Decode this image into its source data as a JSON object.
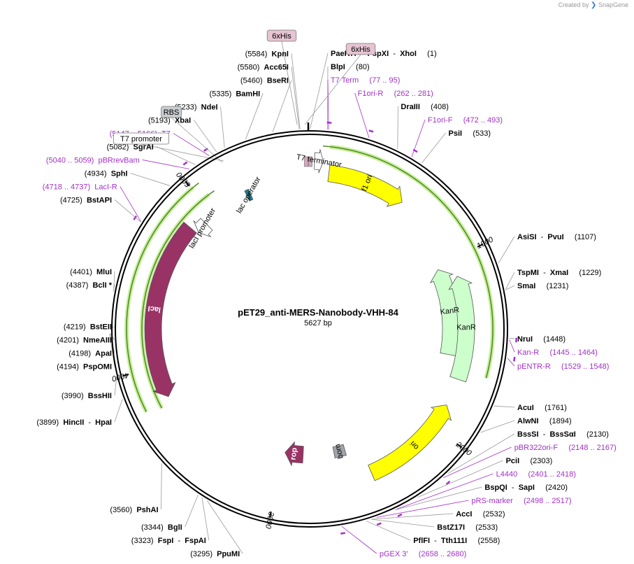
{
  "credit": {
    "prefix": "Created by",
    "brand": "SnapGene"
  },
  "plasmid": {
    "name": "pET29_anti-MERS-Nanobody-VHH-84",
    "size_label": "5627 bp",
    "length": 5627
  },
  "colors": {
    "ring": "#000000",
    "primer": "#a330c8",
    "f1ori": "#ffff00",
    "ori": "#ffff00",
    "kanr": "#ccffcc",
    "laci": "#993366",
    "rop": "#993366",
    "bom": "#a0a4a8",
    "gene_outline": "#66cc33"
  },
  "ticks": [
    {
      "pos": 1000,
      "label": "1000"
    },
    {
      "pos": 2000,
      "label": "2000"
    },
    {
      "pos": 3000,
      "label": "3000"
    },
    {
      "pos": 4000,
      "label": "4000"
    },
    {
      "pos": 5000,
      "label": "5000"
    }
  ],
  "features": [
    {
      "name": "f1 ori",
      "start": 110,
      "end": 565,
      "type": "arrow",
      "dir": 1,
      "color": "#ffff00"
    },
    {
      "name": "KanR",
      "start": 1020,
      "end": 1570,
      "type": "arrow",
      "dir": -1,
      "color": "#ccffcc",
      "track": 2
    },
    {
      "name": "KanR",
      "start": 1100,
      "end": 1700,
      "type": "arrow",
      "dir": -1,
      "color": "#ccffcc",
      "track": 3
    },
    {
      "name": "ori",
      "start": 1860,
      "end": 2450,
      "type": "arrow",
      "dir": -1,
      "color": "#ffff00"
    },
    {
      "name": "bom",
      "start": 2560,
      "end": 2640,
      "type": "box",
      "color": "#a0a4a8"
    },
    {
      "name": "rop",
      "start": 2860,
      "end": 2990,
      "type": "arrow",
      "dir": 1,
      "color": "#993366"
    },
    {
      "name": "lacI",
      "start": 3820,
      "end": 4850,
      "type": "arrow",
      "dir": -1,
      "color": "#993366"
    },
    {
      "name": "lacI promoter",
      "start": 4860,
      "end": 4930,
      "type": "arrow",
      "dir": -1,
      "color": "#ffffff"
    },
    {
      "name": "lac operator",
      "start": 5232,
      "end": 5257,
      "type": "box",
      "color": "#1f7a8c"
    },
    {
      "name": "T7 terminator",
      "start": 26,
      "end": 73,
      "type": "arrow",
      "dir": 1,
      "color": "#ffffff"
    }
  ],
  "feature_labels": [
    {
      "text": "f1 ori",
      "color": "#000000"
    },
    {
      "text": "KanR",
      "color": "#000000"
    },
    {
      "text": "KanR",
      "color": "#000000"
    },
    {
      "text": "ori",
      "color": "#000000"
    },
    {
      "text": "bom",
      "color": "#000000"
    },
    {
      "text": "rop",
      "color": "#ffffff"
    },
    {
      "text": "lacI",
      "color": "#ffffff"
    },
    {
      "text": "lacI promoter",
      "color": "#000000"
    },
    {
      "text": "lac operator",
      "color": "#000000"
    },
    {
      "text": "T7 terminator",
      "color": "#000000"
    }
  ],
  "green_arcs": [
    {
      "start": 100,
      "end": 1650,
      "track": 1
    },
    {
      "start": 3800,
      "end": 5010,
      "track": 1
    },
    {
      "start": 3780,
      "end": 5050,
      "track": 2
    }
  ],
  "boxed_labels": [
    {
      "text": "6xHis",
      "style": "his"
    },
    {
      "text": "6xHis",
      "style": "his"
    },
    {
      "text": "RBS",
      "style": "rbs"
    },
    {
      "text": "T7 promoter",
      "style": "plain"
    }
  ],
  "site_labels": [
    {
      "pos": 2,
      "parts": [
        {
          "t": "PaeR7I",
          "b": true
        },
        {
          "t": "  -  "
        },
        {
          "t": "PspXI",
          "b": true
        },
        {
          "t": "  -  "
        },
        {
          "t": "XhoI",
          "b": true
        },
        {
          "t": "     (1)"
        }
      ]
    },
    {
      "pos": 80,
      "parts": [
        {
          "t": "BlpI",
          "b": true
        },
        {
          "t": "     (80)"
        }
      ]
    },
    {
      "pos": 85,
      "primer": true,
      "parts": [
        {
          "t": "T7 Term     (77 .. 95)"
        }
      ]
    },
    {
      "pos": 270,
      "primer": true,
      "parts": [
        {
          "t": "F1ori-R     (262 .. 281)"
        }
      ]
    },
    {
      "pos": 408,
      "parts": [
        {
          "t": "DraIII",
          "b": true
        },
        {
          "t": "     (408)"
        }
      ]
    },
    {
      "pos": 480,
      "primer": true,
      "parts": [
        {
          "t": "F1ori-F     (472 .. 493)"
        }
      ]
    },
    {
      "pos": 533,
      "parts": [
        {
          "t": "PsiI",
          "b": true
        },
        {
          "t": "     (533)"
        }
      ]
    },
    {
      "pos": 1107,
      "parts": [
        {
          "t": "AsiSI",
          "b": true
        },
        {
          "t": "  -  "
        },
        {
          "t": "PvuI",
          "b": true
        },
        {
          "t": "     (1107)"
        }
      ]
    },
    {
      "pos": 1229,
      "parts": [
        {
          "t": "TspMI",
          "b": true
        },
        {
          "t": "  -  "
        },
        {
          "t": "XmaI",
          "b": true
        },
        {
          "t": "     (1229)"
        }
      ]
    },
    {
      "pos": 1231,
      "parts": [
        {
          "t": "SmaI",
          "b": true
        },
        {
          "t": "     (1231)"
        }
      ]
    },
    {
      "pos": 1455,
      "primer": true,
      "parts": [
        {
          "t": "Kan-R     (1445 .. 1464)"
        }
      ]
    },
    {
      "pos": 1448,
      "parts": [
        {
          "t": "NruI",
          "b": true
        },
        {
          "t": "     (1448)"
        }
      ]
    },
    {
      "pos": 1538,
      "primer": true,
      "parts": [
        {
          "t": "pENTR-R     (1529 .. 1548)"
        }
      ]
    },
    {
      "pos": 1761,
      "parts": [
        {
          "t": "AcuI",
          "b": true
        },
        {
          "t": "     (1761)"
        }
      ]
    },
    {
      "pos": 1894,
      "parts": [
        {
          "t": "AlwNI",
          "b": true
        },
        {
          "t": "     (1894)"
        }
      ]
    },
    {
      "pos": 2130,
      "parts": [
        {
          "t": "BssSI",
          "b": true
        },
        {
          "t": "  -  "
        },
        {
          "t": "BssSαI",
          "b": true
        },
        {
          "t": "     (2130)"
        }
      ]
    },
    {
      "pos": 2157,
      "primer": true,
      "parts": [
        {
          "t": "pBR322ori-F     (2148 .. 2167)"
        }
      ]
    },
    {
      "pos": 2303,
      "parts": [
        {
          "t": "PciI",
          "b": true
        },
        {
          "t": "     (2303)"
        }
      ]
    },
    {
      "pos": 2410,
      "primer": true,
      "parts": [
        {
          "t": "L4440     (2401 .. 2418)"
        }
      ]
    },
    {
      "pos": 2420,
      "parts": [
        {
          "t": "BspQI",
          "b": true
        },
        {
          "t": "  -  "
        },
        {
          "t": "SapI",
          "b": true
        },
        {
          "t": "     (2420)"
        }
      ]
    },
    {
      "pos": 2507,
      "primer": true,
      "parts": [
        {
          "t": "pRS-marker     (2498 .. 2517)"
        }
      ]
    },
    {
      "pos": 2532,
      "parts": [
        {
          "t": "AccI",
          "b": true
        },
        {
          "t": "     (2532)"
        }
      ]
    },
    {
      "pos": 2533,
      "parts": [
        {
          "t": "BstZ17I",
          "b": true
        },
        {
          "t": "     (2533)"
        }
      ]
    },
    {
      "pos": 2558,
      "parts": [
        {
          "t": "PflFI",
          "b": true
        },
        {
          "t": "  -  "
        },
        {
          "t": "Tth111I",
          "b": true
        },
        {
          "t": "     (2558)"
        }
      ]
    },
    {
      "pos": 2669,
      "primer": true,
      "parts": [
        {
          "t": "pGEX 3'     (2658 .. 2680)"
        }
      ]
    },
    {
      "pos": 3295,
      "parts": [
        {
          "t": "(3295)  "
        },
        {
          "t": "PpuMI",
          "b": true
        }
      ]
    },
    {
      "pos": 3323,
      "parts": [
        {
          "t": "(3323)  "
        },
        {
          "t": "FspI",
          "b": true
        },
        {
          "t": "  -  "
        },
        {
          "t": "FspAI",
          "b": true
        }
      ]
    },
    {
      "pos": 3344,
      "parts": [
        {
          "t": "(3344)  "
        },
        {
          "t": "BglI",
          "b": true
        }
      ]
    },
    {
      "pos": 3560,
      "parts": [
        {
          "t": "(3560)  "
        },
        {
          "t": "PshAI",
          "b": true
        }
      ]
    },
    {
      "pos": 3899,
      "parts": [
        {
          "t": "(3899)  "
        },
        {
          "t": "HincII",
          "b": true
        },
        {
          "t": "  -  "
        },
        {
          "t": "HpaI",
          "b": true
        }
      ]
    },
    {
      "pos": 3990,
      "parts": [
        {
          "t": "(3990)  "
        },
        {
          "t": "BssHII",
          "b": true
        }
      ]
    },
    {
      "pos": 4194,
      "parts": [
        {
          "t": "(4194)  "
        },
        {
          "t": "PspOMI",
          "b": true
        }
      ]
    },
    {
      "pos": 4198,
      "parts": [
        {
          "t": "(4198)  "
        },
        {
          "t": "ApaI",
          "b": true
        }
      ]
    },
    {
      "pos": 4201,
      "parts": [
        {
          "t": "(4201)  "
        },
        {
          "t": "NmeAIII",
          "b": true
        }
      ]
    },
    {
      "pos": 4219,
      "parts": [
        {
          "t": "(4219)  "
        },
        {
          "t": "BstEII",
          "b": true
        }
      ]
    },
    {
      "pos": 4387,
      "parts": [
        {
          "t": "(4387)  "
        },
        {
          "t": "BclI *",
          "b": true
        }
      ]
    },
    {
      "pos": 4401,
      "parts": [
        {
          "t": "(4401)  "
        },
        {
          "t": "MluI",
          "b": true
        }
      ]
    },
    {
      "pos": 4727,
      "primer": true,
      "parts": [
        {
          "t": "(4718 .. 4737)  LacI-R"
        }
      ]
    },
    {
      "pos": 4725,
      "parts": [
        {
          "t": "(4725)  "
        },
        {
          "t": "BstAPI",
          "b": true
        }
      ]
    },
    {
      "pos": 4934,
      "parts": [
        {
          "t": "(4934)  "
        },
        {
          "t": "SphI",
          "b": true
        }
      ]
    },
    {
      "pos": 5049,
      "primer": true,
      "parts": [
        {
          "t": "(5040 .. 5059)  pBRrevBam"
        }
      ]
    },
    {
      "pos": 5082,
      "parts": [
        {
          "t": "(5082)  "
        },
        {
          "t": "SgrAI",
          "b": true
        }
      ]
    },
    {
      "pos": 5156,
      "primer": true,
      "parts": [
        {
          "t": "(5147 .. 5166)  T7"
        }
      ]
    },
    {
      "pos": 5193,
      "parts": [
        {
          "t": "(5193)  "
        },
        {
          "t": "XbaI",
          "b": true
        }
      ]
    },
    {
      "pos": 5233,
      "parts": [
        {
          "t": "(5233)  "
        },
        {
          "t": "NdeI",
          "b": true
        }
      ]
    },
    {
      "pos": 5335,
      "parts": [
        {
          "t": "(5335)  "
        },
        {
          "t": "BamHI",
          "b": true
        }
      ]
    },
    {
      "pos": 5460,
      "parts": [
        {
          "t": "(5460)  "
        },
        {
          "t": "BseRI",
          "b": true
        }
      ]
    },
    {
      "pos": 5580,
      "parts": [
        {
          "t": "(5580)  "
        },
        {
          "t": "Acc65I",
          "b": true
        }
      ]
    },
    {
      "pos": 5584,
      "parts": [
        {
          "t": "(5584)  "
        },
        {
          "t": "KpnI",
          "b": true
        }
      ]
    }
  ]
}
